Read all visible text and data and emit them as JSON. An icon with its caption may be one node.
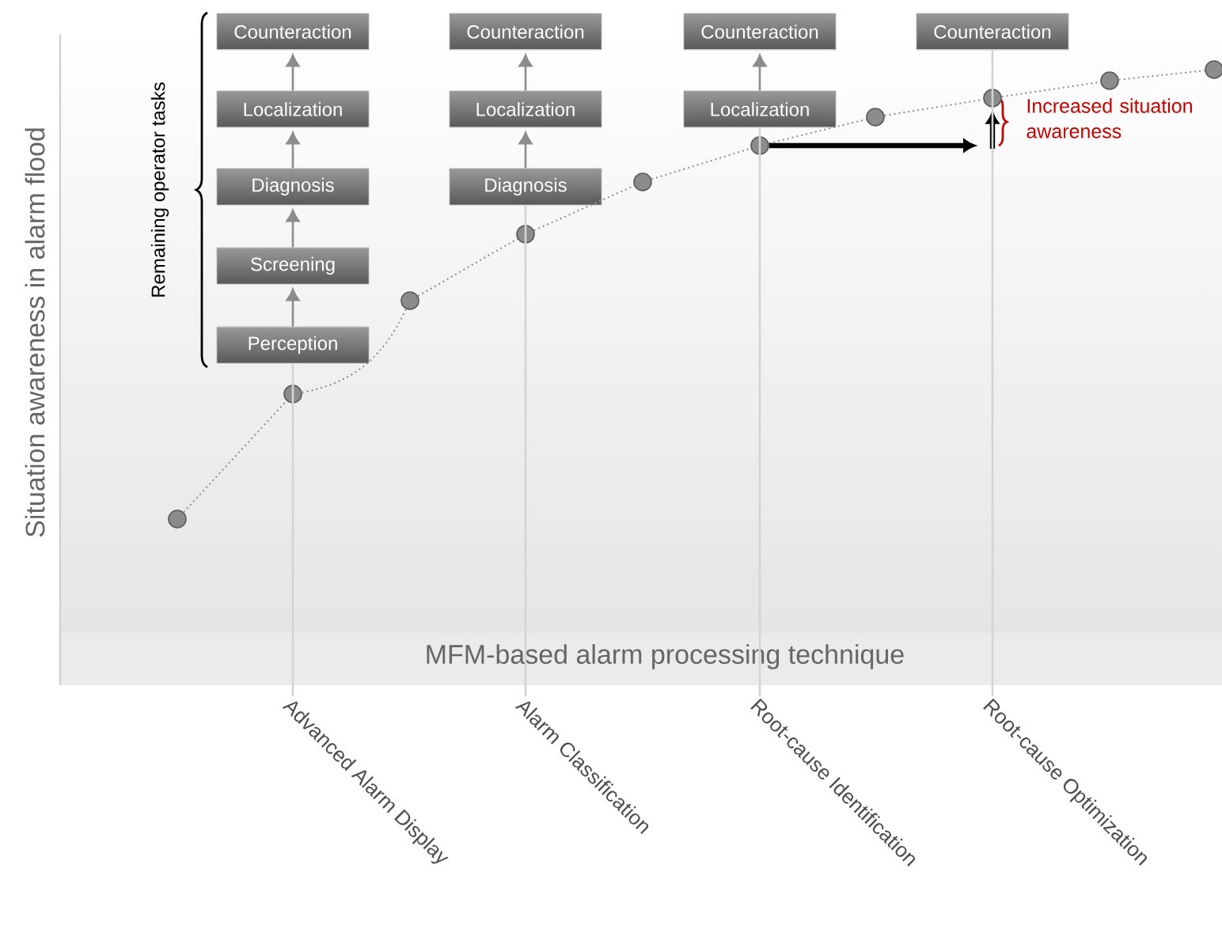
{
  "diagram": {
    "nodes": [
      {
        "text": [
          "Counteraction"
        ]
      },
      {
        "text": [
          "Counteraction"
        ]
      },
      {
        "text": [
          "Counteraction"
        ]
      },
      {
        "text": [
          "Counteraction"
        ]
      },
      {
        "text": [
          "Localization"
        ]
      },
      {
        "text": [
          "Localization"
        ]
      },
      {
        "text": [
          "Localization"
        ]
      },
      {
        "text": [
          "Diagnosis"
        ]
      },
      {
        "text": [
          "Diagnosis"
        ]
      },
      {
        "text": [
          "Screening"
        ]
      },
      {
        "text": [
          "Perception"
        ]
      },
      {
        "text": [],
        "shape": "circle"
      },
      {
        "text": [],
        "shape": "circle"
      },
      {
        "text": [],
        "shape": "circle"
      },
      {
        "text": [],
        "shape": "circle"
      },
      {
        "text": [],
        "shape": "circle"
      },
      {
        "text": [],
        "shape": "circle"
      },
      {
        "text": [],
        "shape": "circle"
      },
      {
        "text": [],
        "shape": "circle"
      },
      {
        "text": [],
        "shape": "circle"
      },
      {
        "text": [],
        "shape": "circle"
      },
      {
        "text": [
          "Advanced Alarm Display"
        ]
      },
      {
        "text": [
          "Alarm Classification"
        ]
      },
      {
        "text": [
          "Root-cause Identification"
        ]
      },
      {
        "text": [
          "Root-cause Optimization"
        ]
      }
    ],
    "edges": [
      {
        "from": 10,
        "to": 9,
        "arrow": "to"
      },
      {
        "from": 9,
        "to": 7,
        "arrow": "to"
      },
      {
        "from": 7,
        "to": 4,
        "arrow": "to"
      },
      {
        "from": 4,
        "to": 0,
        "arrow": "to"
      },
      {
        "from": 8,
        "to": 5,
        "arrow": "to"
      },
      {
        "from": 5,
        "to": 1,
        "arrow": "to"
      },
      {
        "from": 6,
        "to": 2,
        "arrow": "to"
      },
      {
        "from": 11,
        "to": 12,
        "arrow": "none",
        "style": "dashed"
      },
      {
        "from": 12,
        "to": 13,
        "arrow": "none",
        "style": "dashed"
      },
      {
        "from": 13,
        "to": 14,
        "arrow": "none",
        "style": "dashed"
      },
      {
        "from": 14,
        "to": 15,
        "arrow": "none",
        "style": "dashed"
      },
      {
        "from": 15,
        "to": 16,
        "arrow": "none",
        "style": "dashed"
      },
      {
        "from": 16,
        "to": 17,
        "arrow": "none",
        "style": "dashed"
      },
      {
        "from": 17,
        "to": 18,
        "arrow": "none",
        "style": "dashed"
      },
      {
        "from": 18,
        "to": 19,
        "arrow": "none",
        "style": "dashed"
      },
      {
        "from": 19,
        "to": 20,
        "arrow": "none",
        "style": "dashed"
      },
      {
        "from": 16,
        "to": null,
        "arrow": "to",
        "style": "thick",
        "color": "#000000"
      },
      {
        "from": null,
        "to": 18,
        "arrow": "to",
        "style": "thick",
        "color": "#000000"
      },
      {
        "from": 10,
        "to": 21,
        "arrow": "none",
        "color": "#d4d4d4"
      },
      {
        "from": 8,
        "to": 22,
        "arrow": "none",
        "color": "#d4d4d4"
      },
      {
        "from": 6,
        "to": 23,
        "arrow": "none",
        "color": "#d4d4d4"
      },
      {
        "from": 3,
        "to": 24,
        "arrow": "none",
        "color": "#d4d4d4"
      }
    ],
    "labels": [
      "Remaining operator tasks",
      "Increased situation awareness",
      "Situation awareness in alarm flood",
      "MFM-based alarm processing technique"
    ]
  }
}
